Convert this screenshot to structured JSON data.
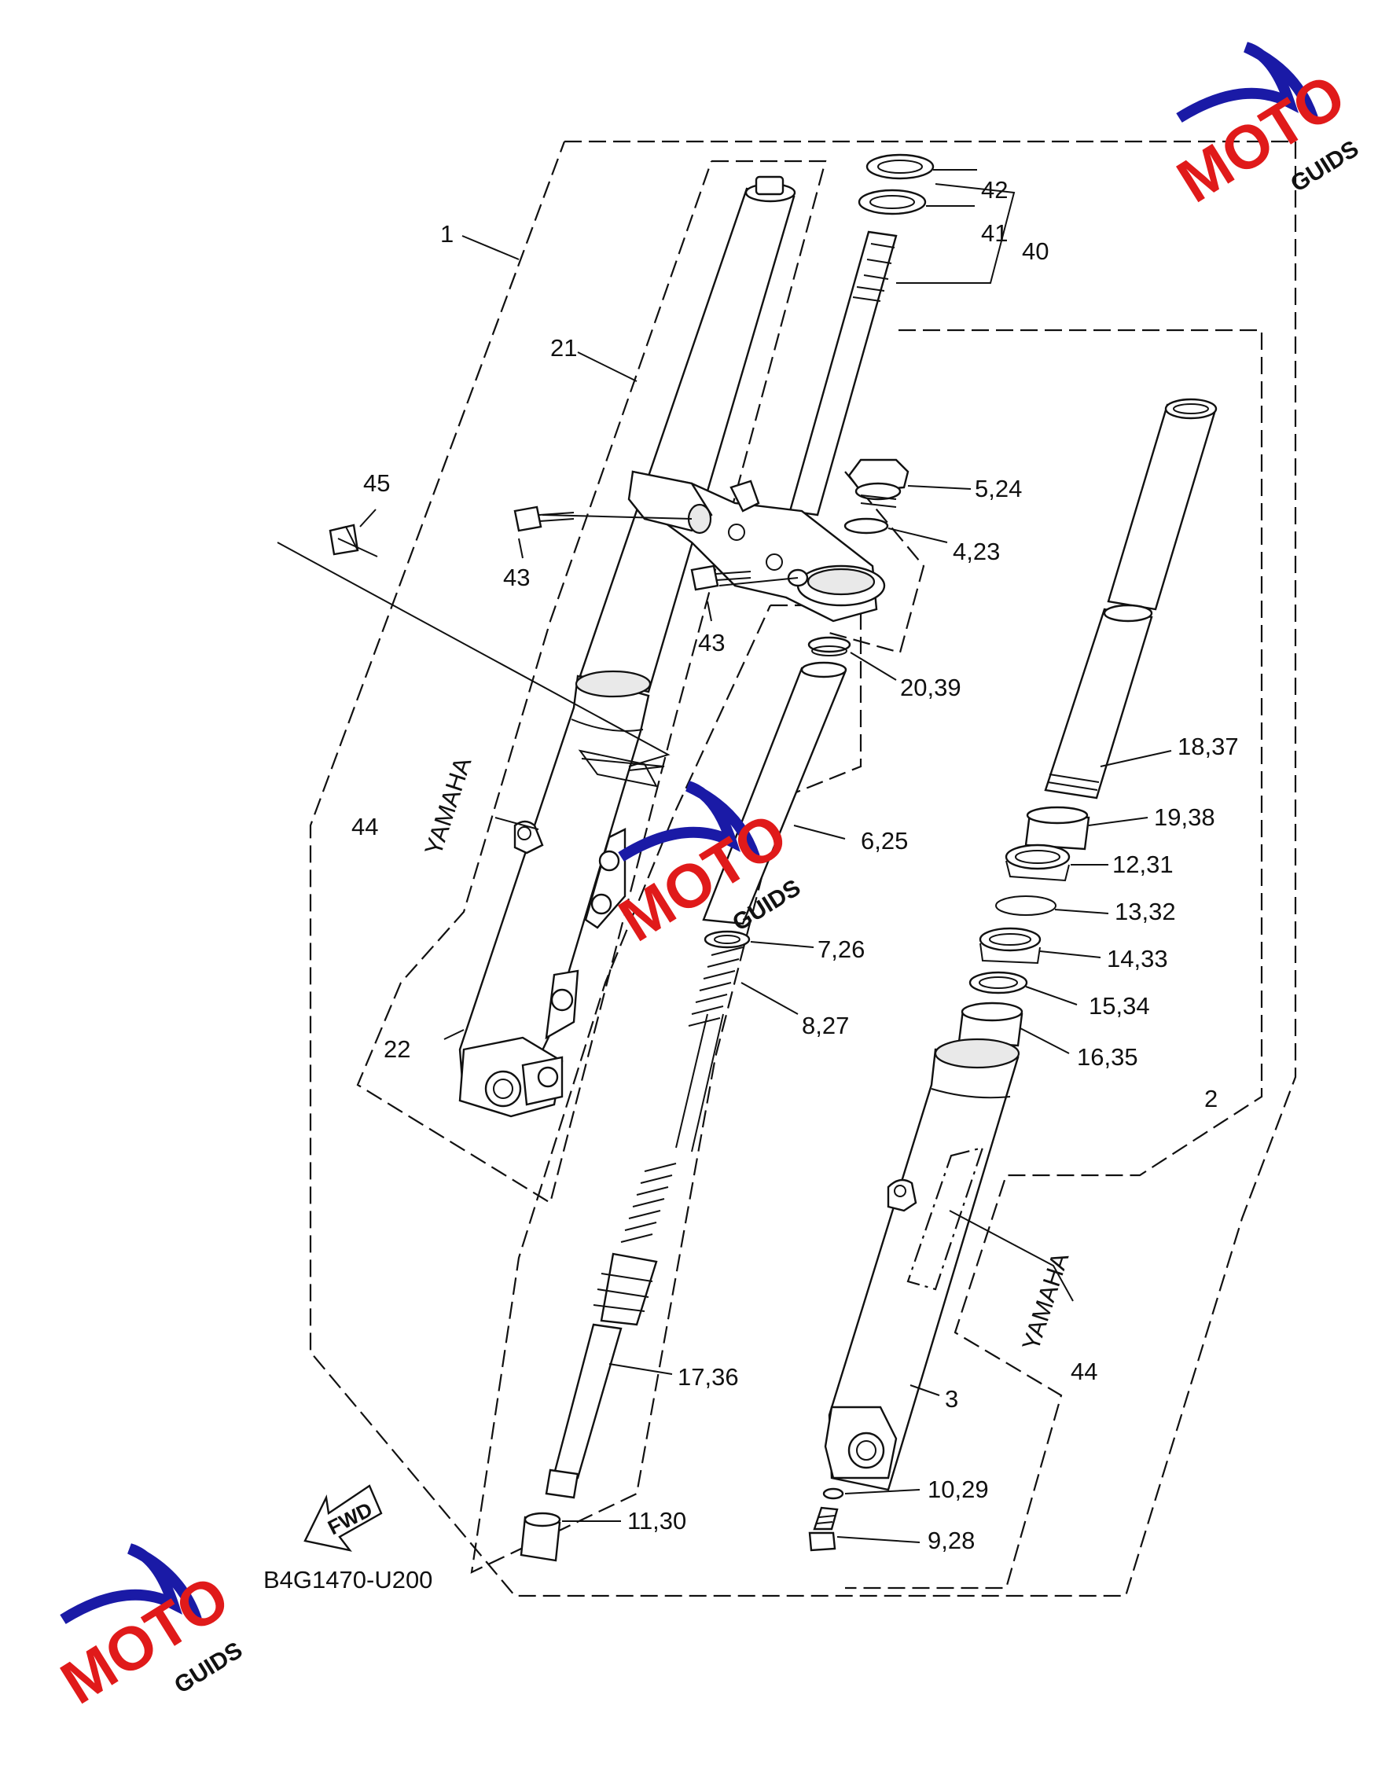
{
  "diagram": {
    "drawing_code": "B4G1470-U200",
    "fwd_label": "FWD",
    "brand_left": "YAMAHA",
    "brand_right": "YAMAHA",
    "watermark": {
      "word": "MOTO",
      "suffix": "GUIDS",
      "colors": {
        "blue": "#1a1aa6",
        "red": "#e01a1a",
        "black": "#111111"
      }
    },
    "callouts": [
      "1",
      "2",
      "3",
      "5,24",
      "4,23",
      "6,25",
      "7,26",
      "8,27",
      "9,28",
      "10,29",
      "11,30",
      "12,31",
      "13,32",
      "14,33",
      "15,34",
      "16,35",
      "17,36",
      "18,37",
      "19,38",
      "20,39",
      "21",
      "22",
      "40",
      "41",
      "42",
      "43",
      "43",
      "44",
      "44",
      "45"
    ]
  }
}
